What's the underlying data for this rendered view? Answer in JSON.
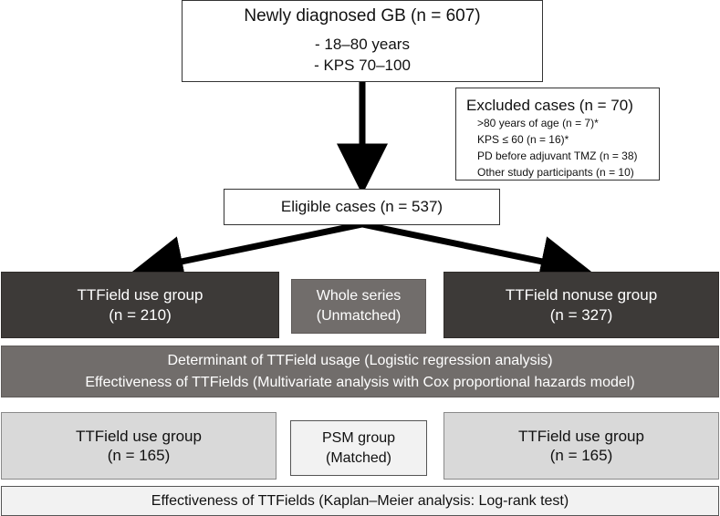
{
  "top_box": {
    "title": "Newly diagnosed GB (n = 607)",
    "criteria": [
      "- 18–80 years",
      "- KPS 70–100"
    ]
  },
  "excluded_box": {
    "title": "Excluded cases (n = 70)",
    "items": [
      ">80 years of age (n = 7)*",
      "KPS ≤ 60 (n = 16)*",
      "PD before adjuvant TMZ (n = 38)",
      "Other study participants (n = 10)"
    ]
  },
  "eligible_box": {
    "label": "Eligible cases (n = 537)"
  },
  "unmatched_row": {
    "left": {
      "line1": "TTField use group",
      "line2": "(n = 210)"
    },
    "center": {
      "line1": "Whole series",
      "line2": "(Unmatched)"
    },
    "right": {
      "line1": "TTField nonuse group",
      "line2": "(n = 327)"
    }
  },
  "analysis_box": {
    "line1": "Determinant of TTField usage (Logistic regression analysis)",
    "line2": "Effectiveness of TTFields (Multivariate analysis with Cox proportional hazards model)"
  },
  "matched_row": {
    "left": {
      "line1": "TTField use group",
      "line2": "(n = 165)"
    },
    "center": {
      "line1": "PSM group",
      "line2": "(Matched)"
    },
    "right": {
      "line1": "TTField use group",
      "line2": "(n = 165)"
    }
  },
  "final_box": {
    "label": "Effectiveness of TTFields (Kaplan–Meier analysis: Log-rank test)"
  },
  "colors": {
    "dark_box": "#3d3a38",
    "gray_box": "#716d6b",
    "light_box": "#d9d9d9",
    "pale_box": "#f2f2f2",
    "arrow": "#000000"
  }
}
